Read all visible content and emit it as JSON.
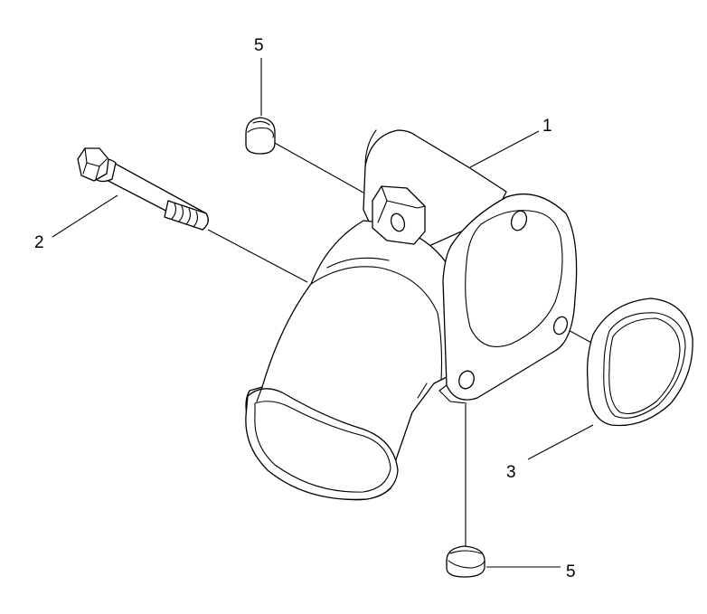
{
  "diagram": {
    "callouts": {
      "housing": "1",
      "bolt": "2",
      "seal_ring": "3",
      "plug_top": "5",
      "plug_bottom": "5"
    },
    "line_color": "#000000",
    "background": "#ffffff"
  }
}
